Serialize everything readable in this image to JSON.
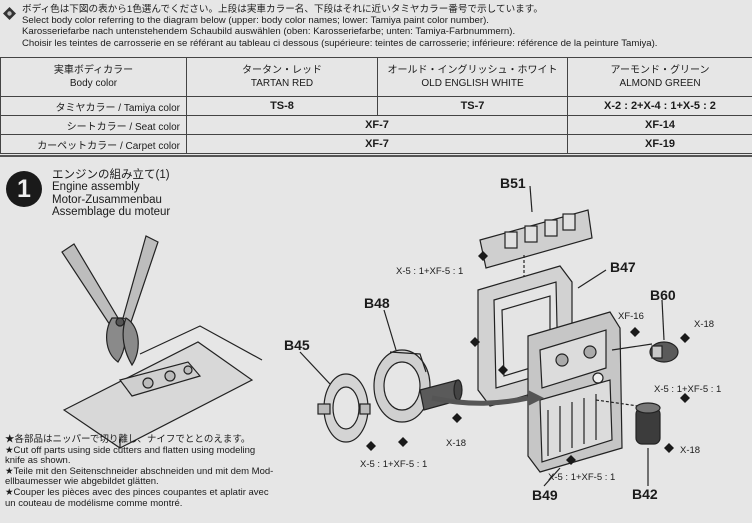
{
  "intro": {
    "lines": [
      "ボディ色は下図の表から1色選んでください。上段は実車カラー名、下段はそれに近いタミヤカラー番号で示しています。",
      "Select body color referring to the diagram below (upper: body color names; lower: Tamiya paint color number).",
      "Karosseriefarbe nach untenstehendem Schaubild auswählen (oben: Karosseriefarbe; unten: Tamiya-Farbnummern).",
      "Choisir les teintes de carrosserie en se référant au tableau ci dessous (supérieure: teintes de carrosserie; inférieure: référence de la peinture Tamiya)."
    ]
  },
  "color_table": {
    "header": {
      "label_jp": "実車ボディカラー",
      "label_en": "Body color",
      "columns": [
        {
          "jp": "タータン・レッド",
          "en": "TARTAN RED"
        },
        {
          "jp": "オールド・イングリッシュ・ホワイト",
          "en": "OLD ENGLISH WHITE"
        },
        {
          "jp": "アーモンド・グリーン",
          "en": "ALMOND GREEN"
        }
      ]
    },
    "rows": [
      {
        "label": "タミヤカラー / Tamiya color",
        "values": [
          "TS-8",
          "TS-7",
          "X-2 : 2+X-4 : 1+X-5 : 2"
        ]
      },
      {
        "label": "シートカラー / Seat color",
        "shared": "XF-7",
        "last": "XF-14"
      },
      {
        "label": "カーペットカラー / Carpet color",
        "shared": "XF-7",
        "last": "XF-19"
      }
    ]
  },
  "step": {
    "number": "1",
    "title_jp": "エンジンの組み立て(1)",
    "title_en": "Engine assembly",
    "title_de": "Motor-Zusammenbau",
    "title_fr": "Assemblage du moteur"
  },
  "notes": [
    "★各部品はニッパーで切り離し、ナイフでととのえます。",
    "★Cut off parts using side cutters and flatten using modeling",
    "knife as shown.",
    "★Teile mit den Seitenschneider abschneiden und mit dem Mod-",
    "ellbaumesser wie abgebildet glätten.",
    "★Couper les pièces avec des pinces coupantes et aplatir avec",
    "un couteau de modélisme comme montré."
  ],
  "diagram": {
    "parts": {
      "b51": "B51",
      "b47": "B47",
      "b48": "B48",
      "b45": "B45",
      "b60": "B60",
      "b49": "B49",
      "b42": "B42"
    },
    "paints": {
      "mix_top": "X-5 : 1+XF-5 : 1",
      "xf16": "XF-16",
      "x18_right": "X-18",
      "mix_right": "X-5 : 1+XF-5 : 1",
      "x18_b42": "X-18",
      "x18_pulley": "X-18",
      "mix_left": "X-5 : 1+XF-5 : 1",
      "mix_bottom": "X-5 : 1+XF-5 : 1"
    }
  }
}
